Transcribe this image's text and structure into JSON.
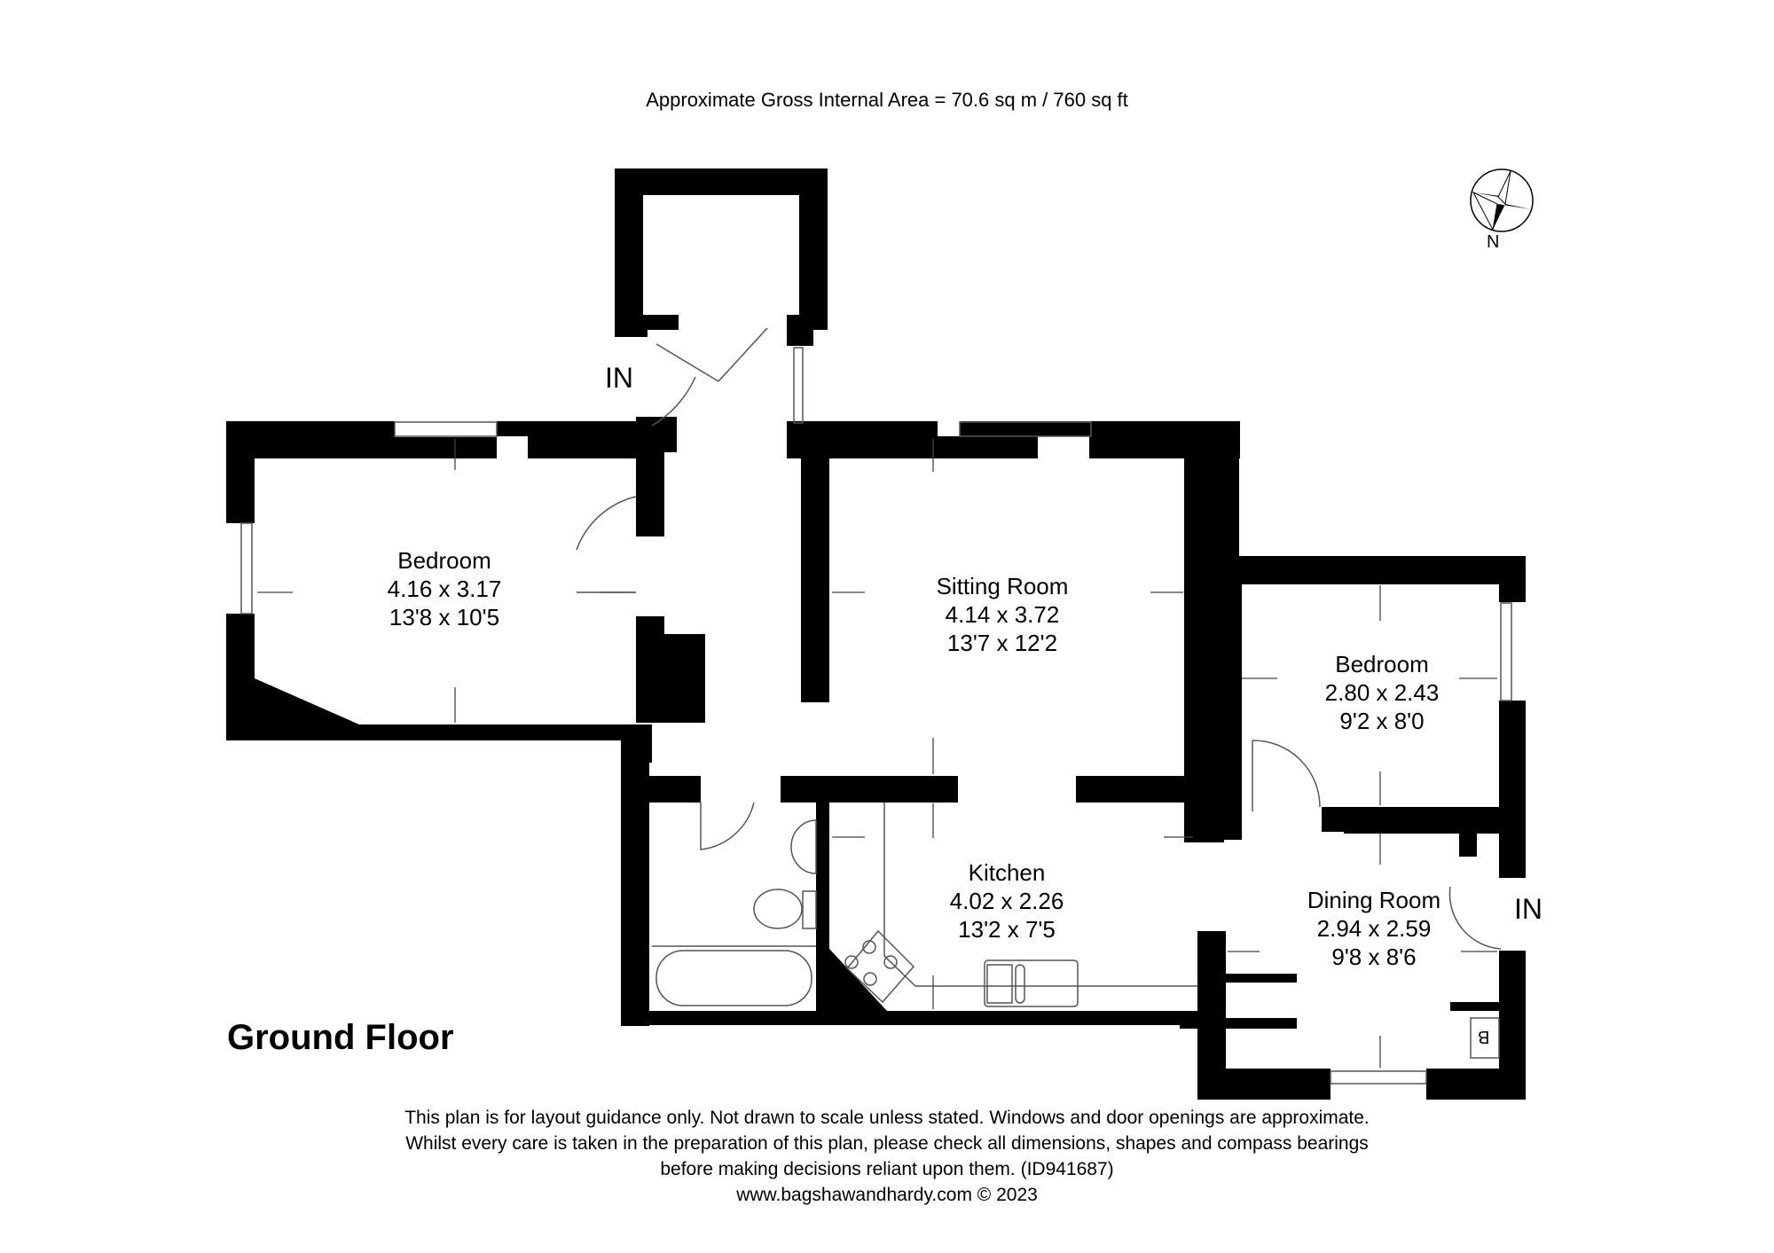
{
  "header": {
    "area_text": "Approximate Gross Internal Area = 70.6 sq m / 760 sq ft"
  },
  "compass": {
    "icon": "compass-rose-icon",
    "label": "N"
  },
  "entrances": [
    {
      "label": "IN",
      "location": "porch"
    },
    {
      "label": "IN",
      "location": "dining-room"
    }
  ],
  "rooms": [
    {
      "name": "Bedroom",
      "metric": "4.16 x 3.17",
      "imperial": "13'8 x 10'5"
    },
    {
      "name": "Sitting Room",
      "metric": "4.14 x 3.72",
      "imperial": "13'7 x 12'2"
    },
    {
      "name": "Bedroom",
      "metric": "2.80 x 2.43",
      "imperial": "9'2 x 8'0"
    },
    {
      "name": "Kitchen",
      "metric": "4.02 x 2.26",
      "imperial": "13'2 x 7'5"
    },
    {
      "name": "Dining Room",
      "metric": "2.94 x 2.59",
      "imperial": "9'8 x 8'6"
    }
  ],
  "boiler_label": "B",
  "floor_name": "Ground Floor",
  "footer": {
    "line1": "This plan is for layout guidance only. Not drawn to scale unless stated. Windows and door openings are approximate.",
    "line2": "Whilst every care is taken in the preparation of this plan, please check all dimensions, shapes and compass bearings",
    "line3": "before making decisions reliant upon them. (ID941687)",
    "line4": "www.bagshawandhardy.com © 2023"
  },
  "colors": {
    "wall": "#000000",
    "background": "#ffffff",
    "fixture_line": "#555555"
  }
}
